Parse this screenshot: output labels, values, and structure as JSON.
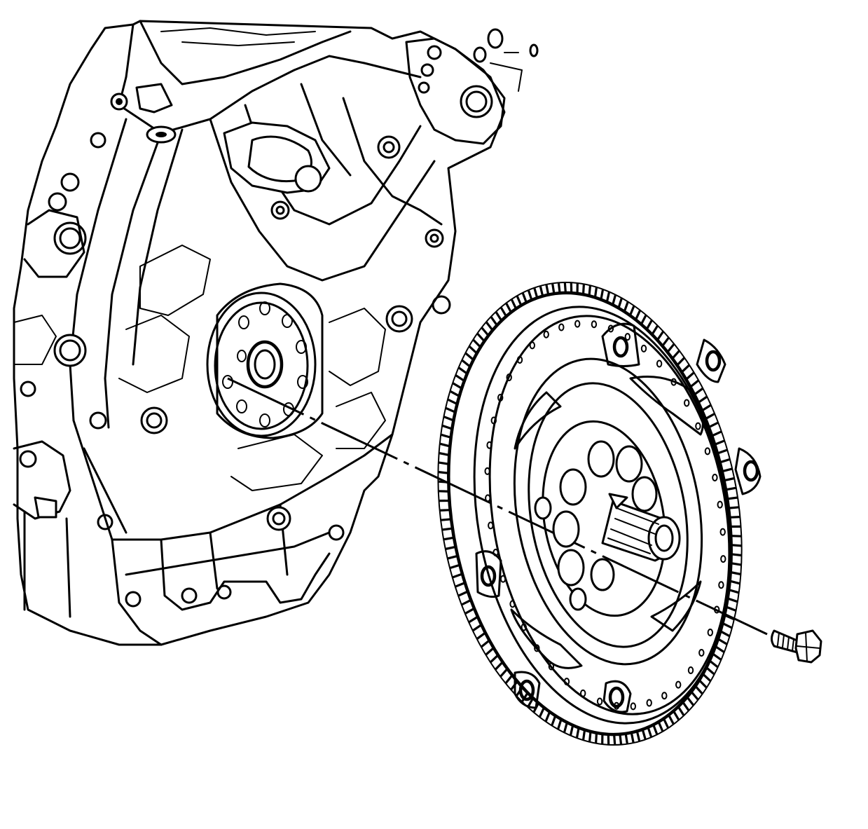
{
  "figure": {
    "colors": {
      "line": "#000000",
      "background": "#ffffff"
    },
    "parts": [
      "engine-block",
      "flexplate",
      "crankshaft-flange",
      "bolt"
    ]
  }
}
